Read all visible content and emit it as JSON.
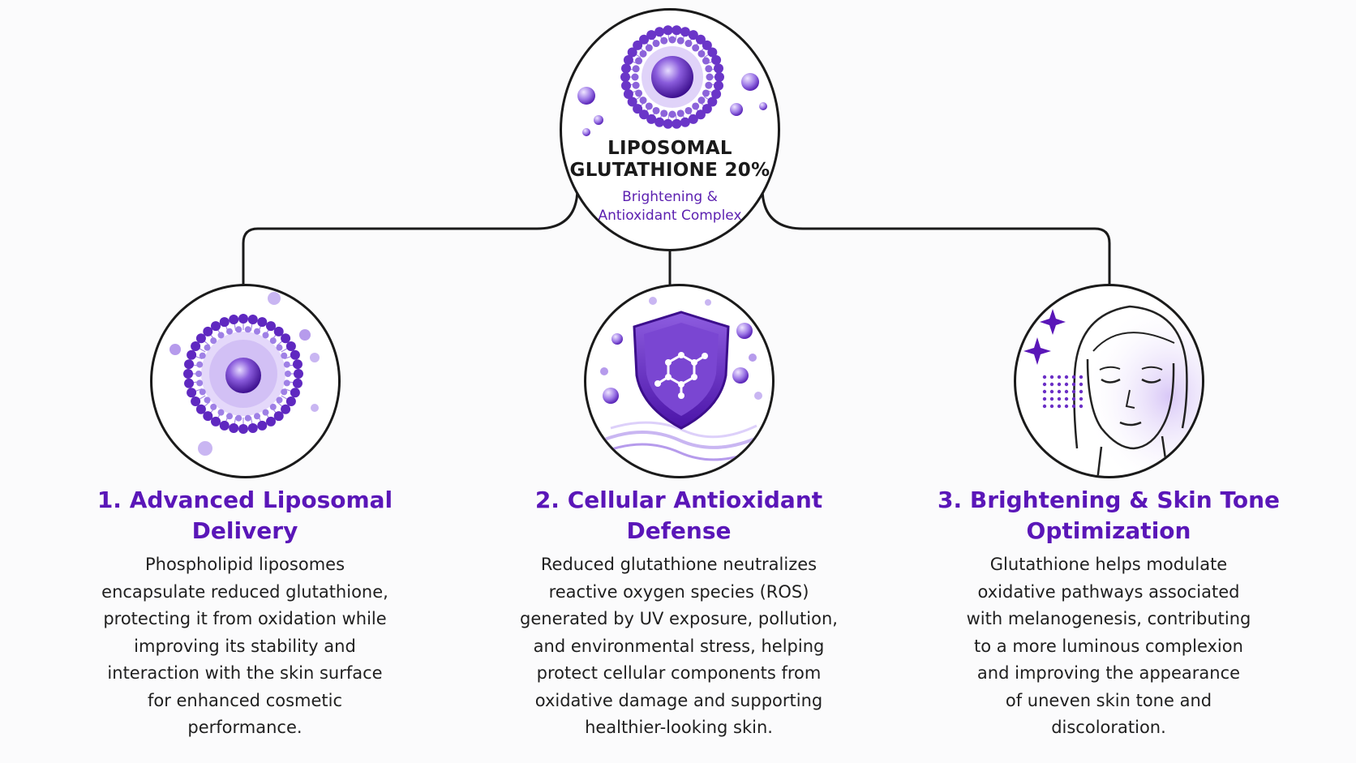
{
  "top": {
    "title_line1": "LIPOSOMAL",
    "title_line2": "GLUTATHIONE 20%",
    "subtitle_line1": "Brightening &",
    "subtitle_line2": "Antioxidant Complex"
  },
  "columns": [
    {
      "title_line1": "1. Advanced Liposomal",
      "title_line2": "Delivery",
      "icon": "liposome-icon",
      "body": [
        "Phospholipid liposomes",
        "encapsulate reduced glutathione,",
        "protecting it from oxidation while",
        "improving its stability and",
        "interaction with the skin surface",
        "for enhanced cosmetic",
        "performance."
      ]
    },
    {
      "title_line1": "2. Cellular Antioxidant",
      "title_line2": "Defense",
      "icon": "shield-molecule-icon",
      "body": [
        "Reduced glutathione neutralizes",
        "reactive oxygen species (ROS)",
        "generated by UV exposure, pollution,",
        "and environmental stress, helping",
        "protect cellular components from",
        "oxidative damage and supporting",
        "healthier-looking skin."
      ]
    },
    {
      "title_line1": "3. Brightening & Skin Tone",
      "title_line2": "Optimization",
      "icon": "face-icon",
      "body": [
        "Glutathione helps modulate",
        "oxidative pathways associated",
        "with melanogenesis, contributing",
        "to a more luminous complexion",
        "and improving the appearance",
        "of uneven skin tone and",
        "discoloration."
      ]
    }
  ],
  "colors": {
    "accent": "#5a16b8",
    "light_accent": "#b9a1f0",
    "line": "#1a1a1a"
  }
}
